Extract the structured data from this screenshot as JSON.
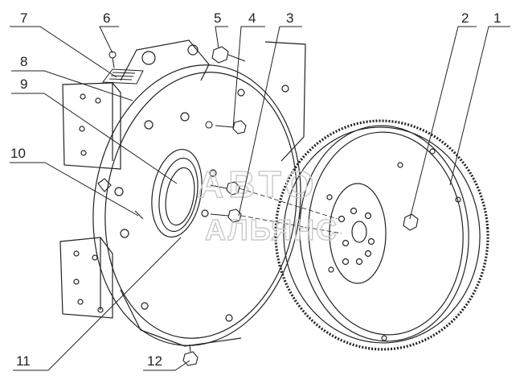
{
  "diagram": {
    "callouts": [
      "1",
      "2",
      "3",
      "4",
      "5",
      "6",
      "7",
      "8",
      "9",
      "10",
      "11",
      "12"
    ]
  },
  "watermark": {
    "line1": "АВТО",
    "line2": "АЛЬЯНС"
  },
  "colors": {
    "line": "#222222",
    "watermark": "#c9c9c9"
  }
}
